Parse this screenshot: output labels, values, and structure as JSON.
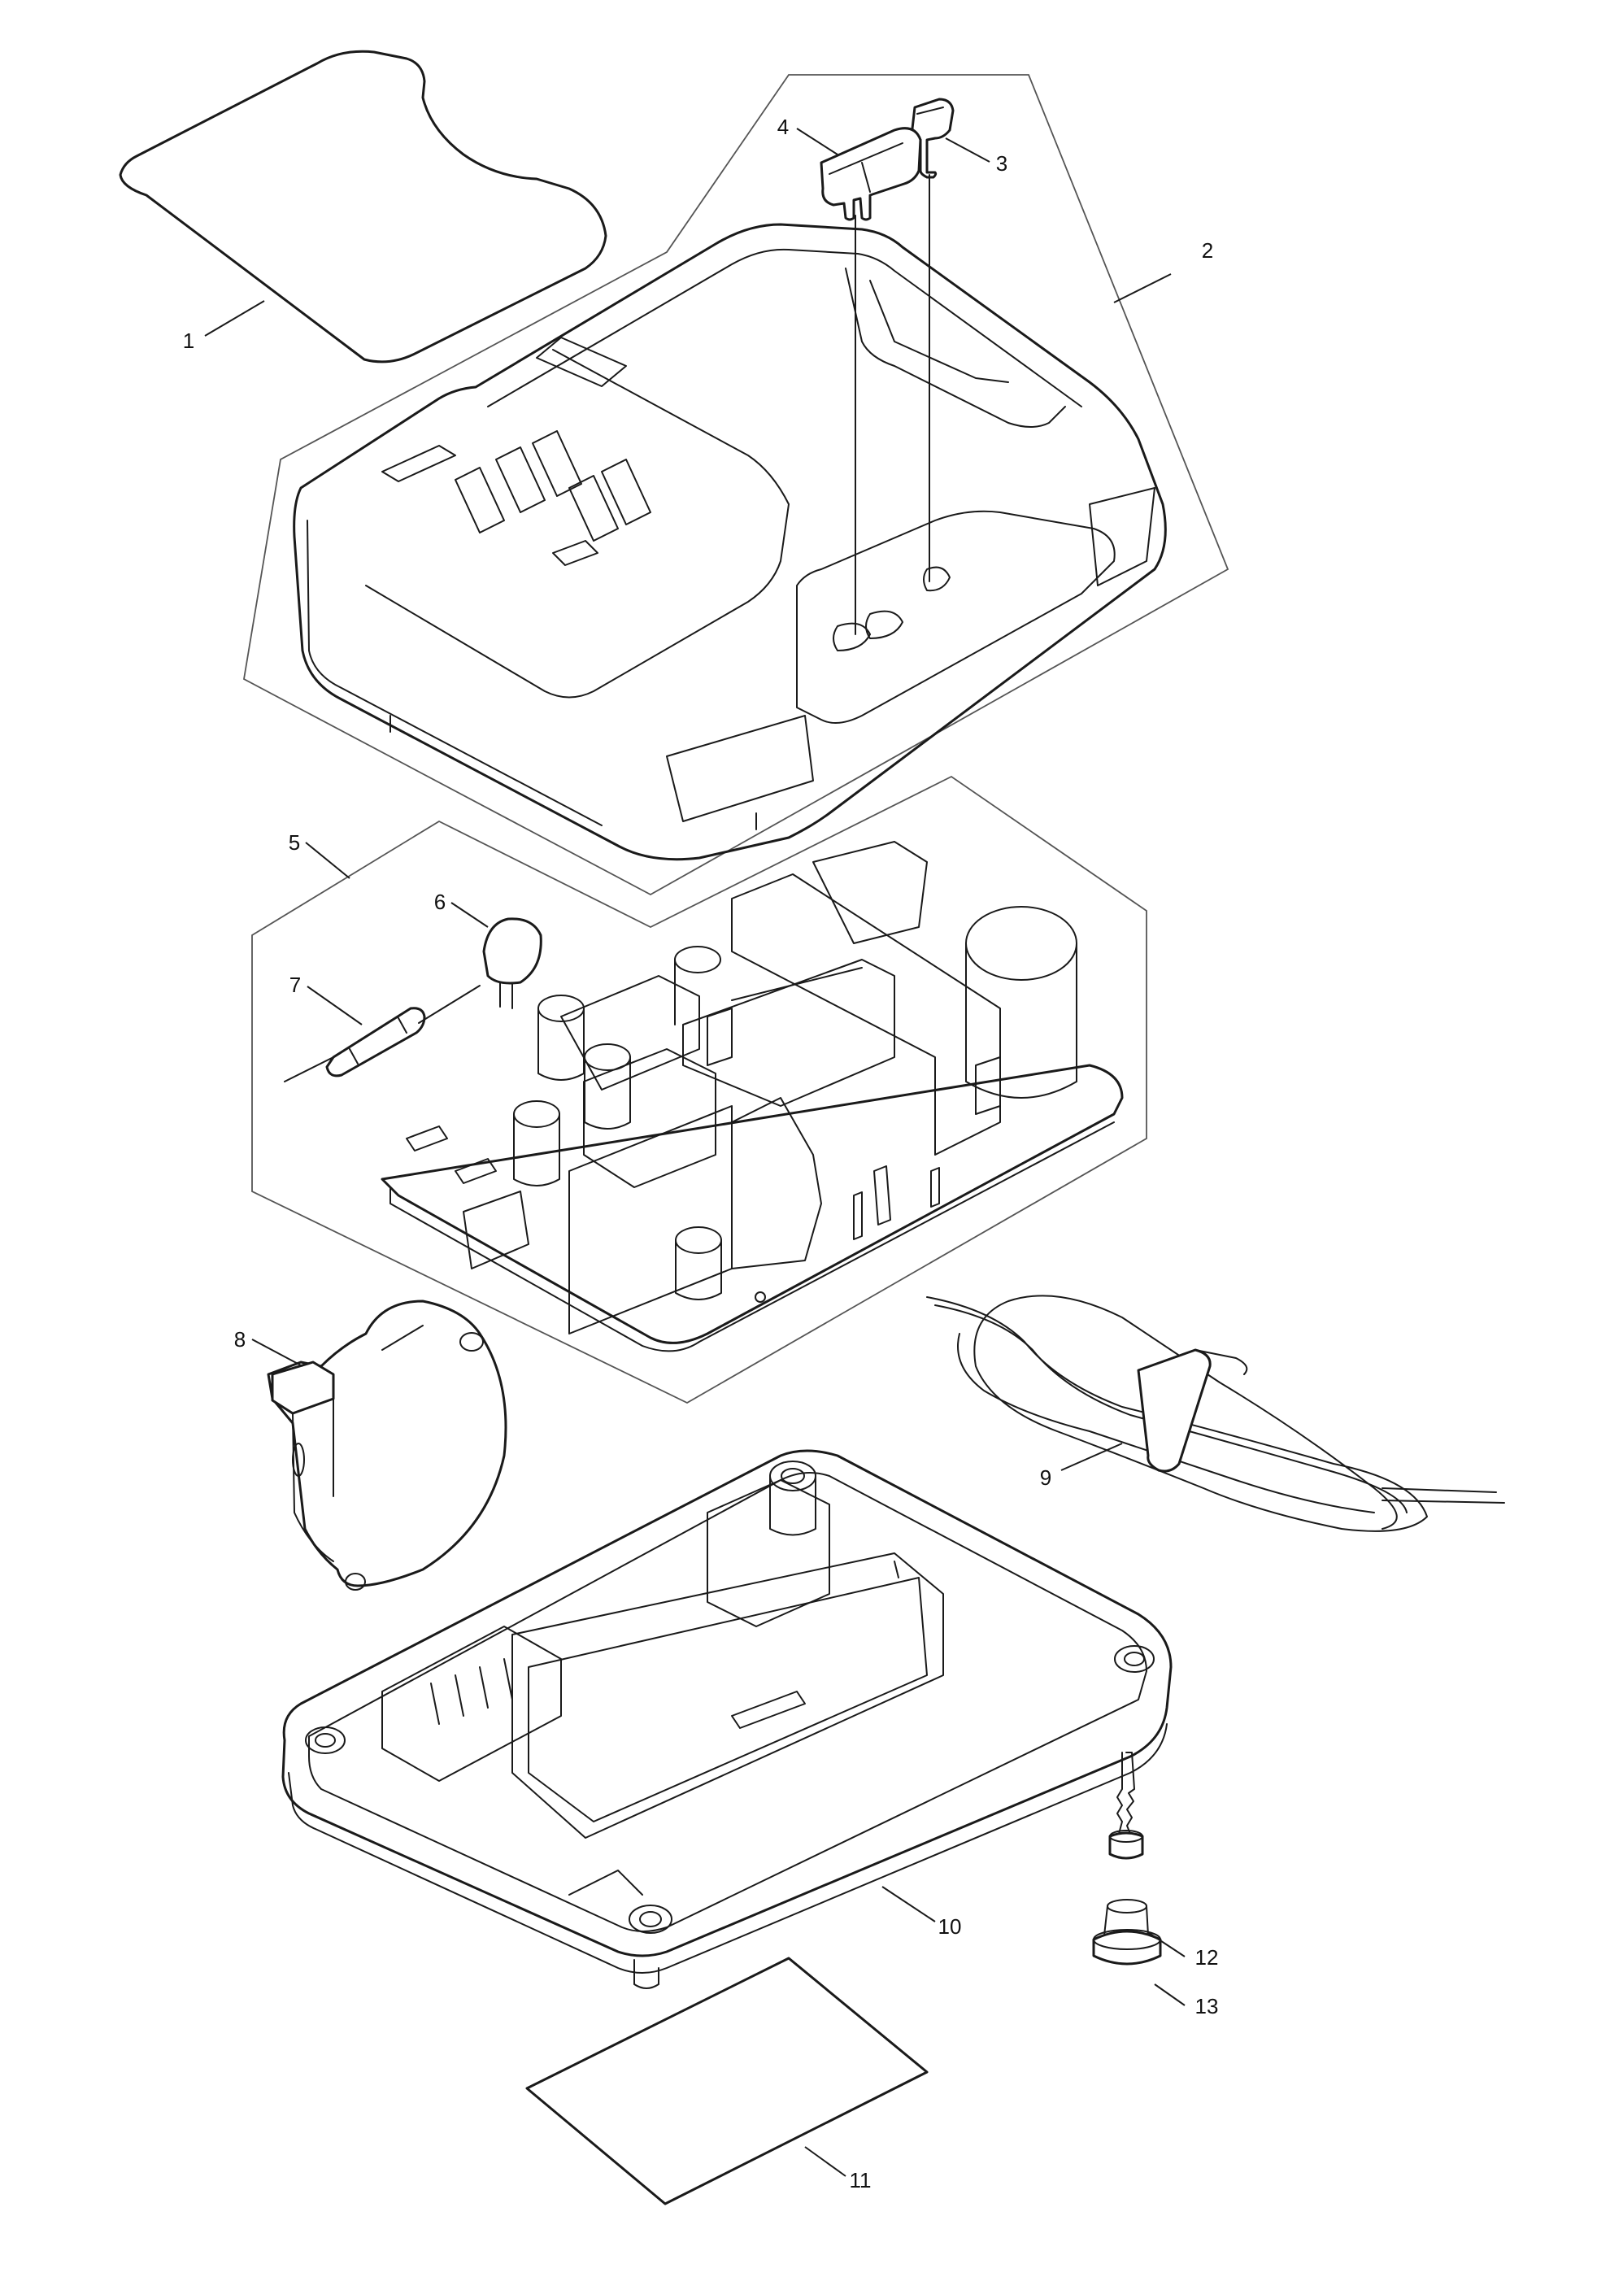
{
  "callouts": [
    {
      "id": "1",
      "label": "1"
    },
    {
      "id": "2",
      "label": "2"
    },
    {
      "id": "3",
      "label": "3"
    },
    {
      "id": "4",
      "label": "4"
    },
    {
      "id": "5",
      "label": "5"
    },
    {
      "id": "6",
      "label": "6"
    },
    {
      "id": "7",
      "label": "7"
    },
    {
      "id": "8",
      "label": "8"
    },
    {
      "id": "9",
      "label": "9"
    },
    {
      "id": "10",
      "label": "10"
    },
    {
      "id": "11",
      "label": "11"
    },
    {
      "id": "12",
      "label": "12"
    },
    {
      "id": "13",
      "label": "13"
    }
  ],
  "colors": {
    "line": "#1a1a1a",
    "group_outline": "#555555",
    "background": "#ffffff"
  }
}
